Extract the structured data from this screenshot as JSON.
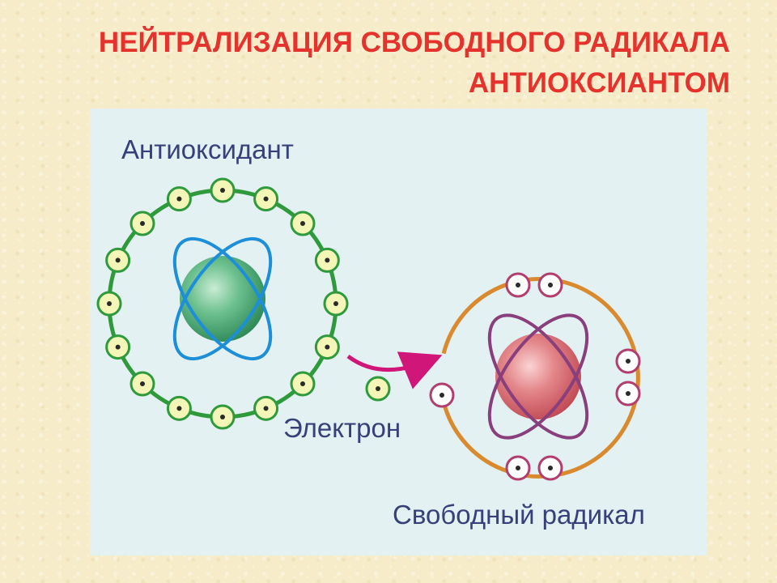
{
  "slide": {
    "title_line1": "НЕЙТРАЛИЗАЦИЯ СВОБОДНОГО РАДИКАЛА",
    "title_line2": "АНТИОКСИАНТОМ"
  },
  "diagram": {
    "antioxidant_label": "Антиоксидант",
    "electron_label": "Электрон",
    "free_radical_label": "Свободный радикал",
    "antioxidant_electron_count": 16,
    "free_radical_electron_count": 7
  },
  "colors": {
    "title": "#e5322c",
    "label": "#37407a",
    "antioxidant_ring": "#2f9a3b",
    "antioxidant_nucleus": "#5fb987",
    "antioxidant_orbit": "#1c8fd8",
    "free_radical_ring": "#d98a2f",
    "free_radical_nucleus": "#e07a7f",
    "free_radical_orbit": "#8a3f7d",
    "arrow": "#d1167a"
  }
}
